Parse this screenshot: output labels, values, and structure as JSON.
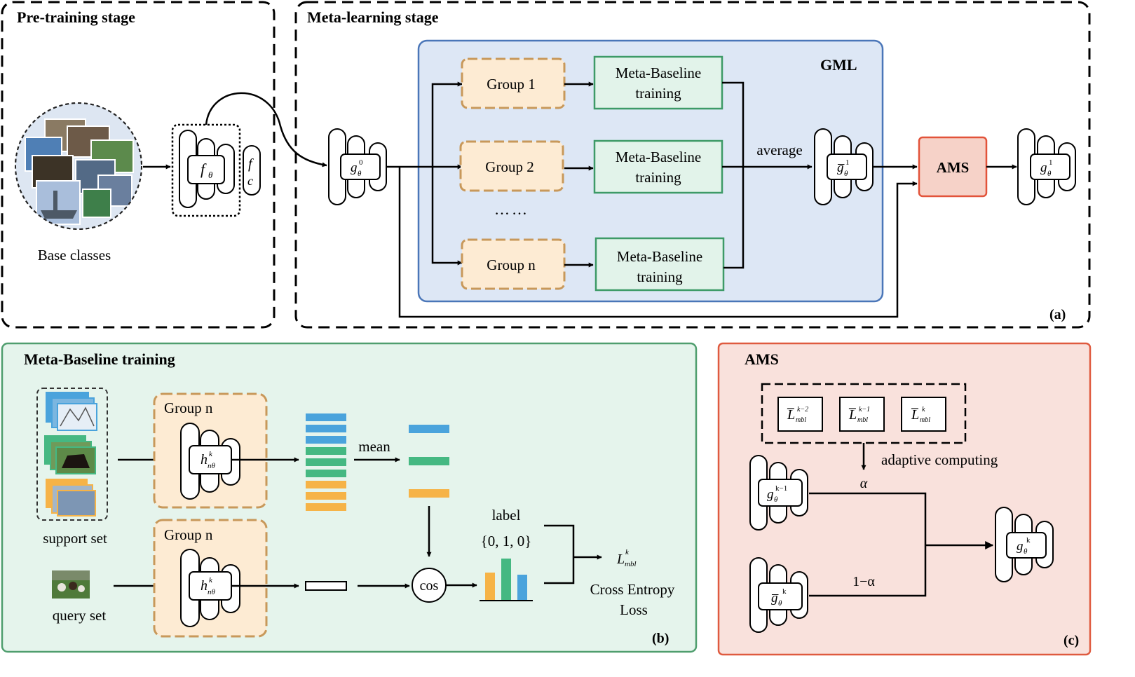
{
  "pretraining": {
    "title": "Pre-training stage",
    "base_classes": "Base classes",
    "encoder_f": "f",
    "encoder_sub": "θ",
    "classifier_f": "f",
    "classifier_c": "c"
  },
  "metalearning": {
    "title": "Meta-learning stage",
    "gml": "GML",
    "groups": [
      "Group 1",
      "Group 2",
      "Group n"
    ],
    "training": [
      "Meta-Baseline",
      "training"
    ],
    "dots": "……",
    "average": "average",
    "ams": "AMS",
    "label": "(a)",
    "g0": {
      "base": "g",
      "sub": "θ",
      "sup": "0"
    },
    "gbar1": {
      "base": "g̅",
      "sub": "θ",
      "sup": "1"
    },
    "g1": {
      "base": "g",
      "sub": "θ",
      "sup": "1"
    }
  },
  "mbt": {
    "title": "Meta-Baseline training",
    "group_top": "Group n",
    "group_bottom": "Group n",
    "h": {
      "base": "h",
      "sub": "nθ",
      "sup": "k"
    },
    "mean": "mean",
    "label_word": "label",
    "label_set": "{0, 1, 0}",
    "cos": "cos",
    "support_set": "support set",
    "query_set": "query set",
    "loss_symbol": {
      "base": "L",
      "sub": "mbl",
      "sup": "k"
    },
    "loss_text": [
      "Cross Entropy",
      "Loss"
    ],
    "label": "(b)"
  },
  "ams": {
    "title": "AMS",
    "losses": [
      {
        "base": "L̅",
        "sub": "mbl",
        "sup": "k−2"
      },
      {
        "base": "L̅",
        "sub": "mbl",
        "sup": "k−1"
      },
      {
        "base": "L̅",
        "sub": "mbl",
        "sup": "k"
      }
    ],
    "adaptive": "adaptive computing",
    "alpha": "α",
    "one_minus_alpha": "1−α",
    "g_prev": {
      "base": "g",
      "sub": "θ",
      "sup": "k−1"
    },
    "gbar_k": {
      "base": "g̅",
      "sub": "θ",
      "sup": "k"
    },
    "g_k": {
      "base": "g",
      "sub": "θ",
      "sup": "k"
    },
    "label": "(c)"
  },
  "colors": {
    "gml_fill": "#dde7f5",
    "gml_stroke": "#4a76b8",
    "group_fill": "#fdebd3",
    "group_stroke": "#c8985a",
    "train_fill": "#e2f3ea",
    "train_stroke": "#3d9a67",
    "ams_fill": "#f6d2c8",
    "ams_stroke": "#e2533a",
    "mbt_fill": "#e5f4ec",
    "mbt_stroke": "#4f9e6e",
    "amsc_fill": "#f9e1dc",
    "amsc_stroke": "#df5a3f",
    "blue": "#4aa3dc",
    "green": "#45b882",
    "orange": "#f6b347"
  }
}
